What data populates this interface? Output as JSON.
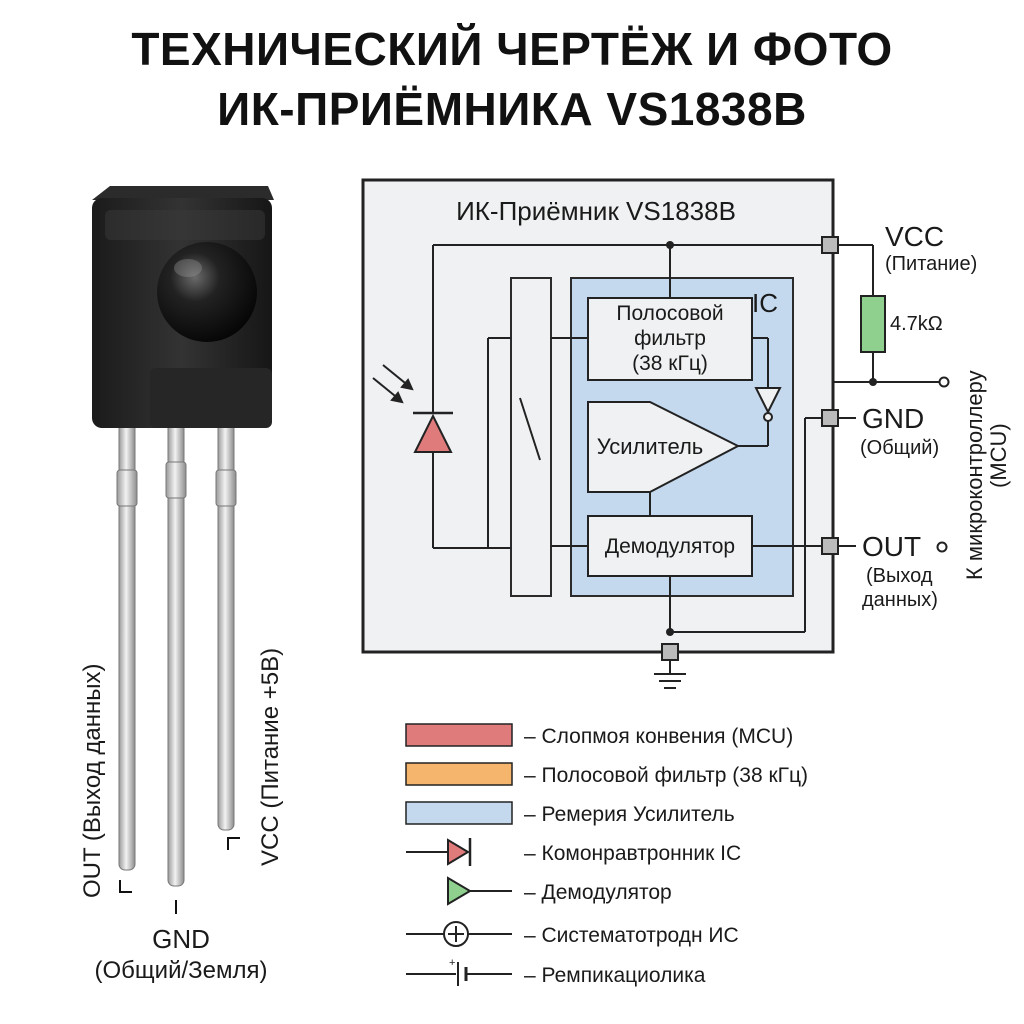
{
  "title": {
    "line1": "ТЕХНИЧЕСКИЙ ЧЕРТЁЖ И ФОТО",
    "line2": "ИК-ПРИЁМНИКА VS1838B"
  },
  "photo": {
    "pin_out_label": "OUT (Выход данных)",
    "pin_vcc_label": "VCC (Питание +5В)",
    "pin_gnd_label": "GND",
    "pin_gnd_sub": "(Общий/Земля)"
  },
  "schematic": {
    "module_title": "ИК-Приёмник VS1838B",
    "ic_label": "IC",
    "bandpass_label": [
      "Полосовой",
      "фильтр",
      "(38 кГц)"
    ],
    "amplifier_label": "Усилитель",
    "demodulator_label": "Демодулятор",
    "vcc_label": "VCC",
    "vcc_sub": "(Питание)",
    "resistor_label": "4.7kΩ",
    "gnd_label": "GND",
    "gnd_sub": "(Общий)",
    "out_label": "OUT",
    "out_sub": [
      "(Выход",
      "данных)"
    ],
    "mcu_label": [
      "К микроконтроллеру",
      "(MCU)"
    ]
  },
  "legend": [
    {
      "symbol": "swatch",
      "color": "#e07b7b",
      "text": "– Слопмоя конвения (MCU)"
    },
    {
      "symbol": "swatch",
      "color": "#f6b56c",
      "text": "– Полосовой фильтр (38 кГц)"
    },
    {
      "symbol": "swatch",
      "color": "#c5d9ee",
      "text": "– Ремерия Усилитель"
    },
    {
      "symbol": "diode-icon",
      "color": "#e07b7b",
      "text": "– Комонравтронник IC"
    },
    {
      "symbol": "triangle-icon",
      "color": "#8fd08f",
      "text": "– Демодулятор"
    },
    {
      "symbol": "plus-circle-icon",
      "text": "– Систематотродн ИС"
    },
    {
      "symbol": "battery-icon",
      "text": "– Ремпикациолика"
    }
  ],
  "colors": {
    "ic_fill": "#c5d9ee",
    "module_fill": "#f0f1f2",
    "resistor_fill": "#8fd08f",
    "diode_fill": "#e07b7b"
  }
}
